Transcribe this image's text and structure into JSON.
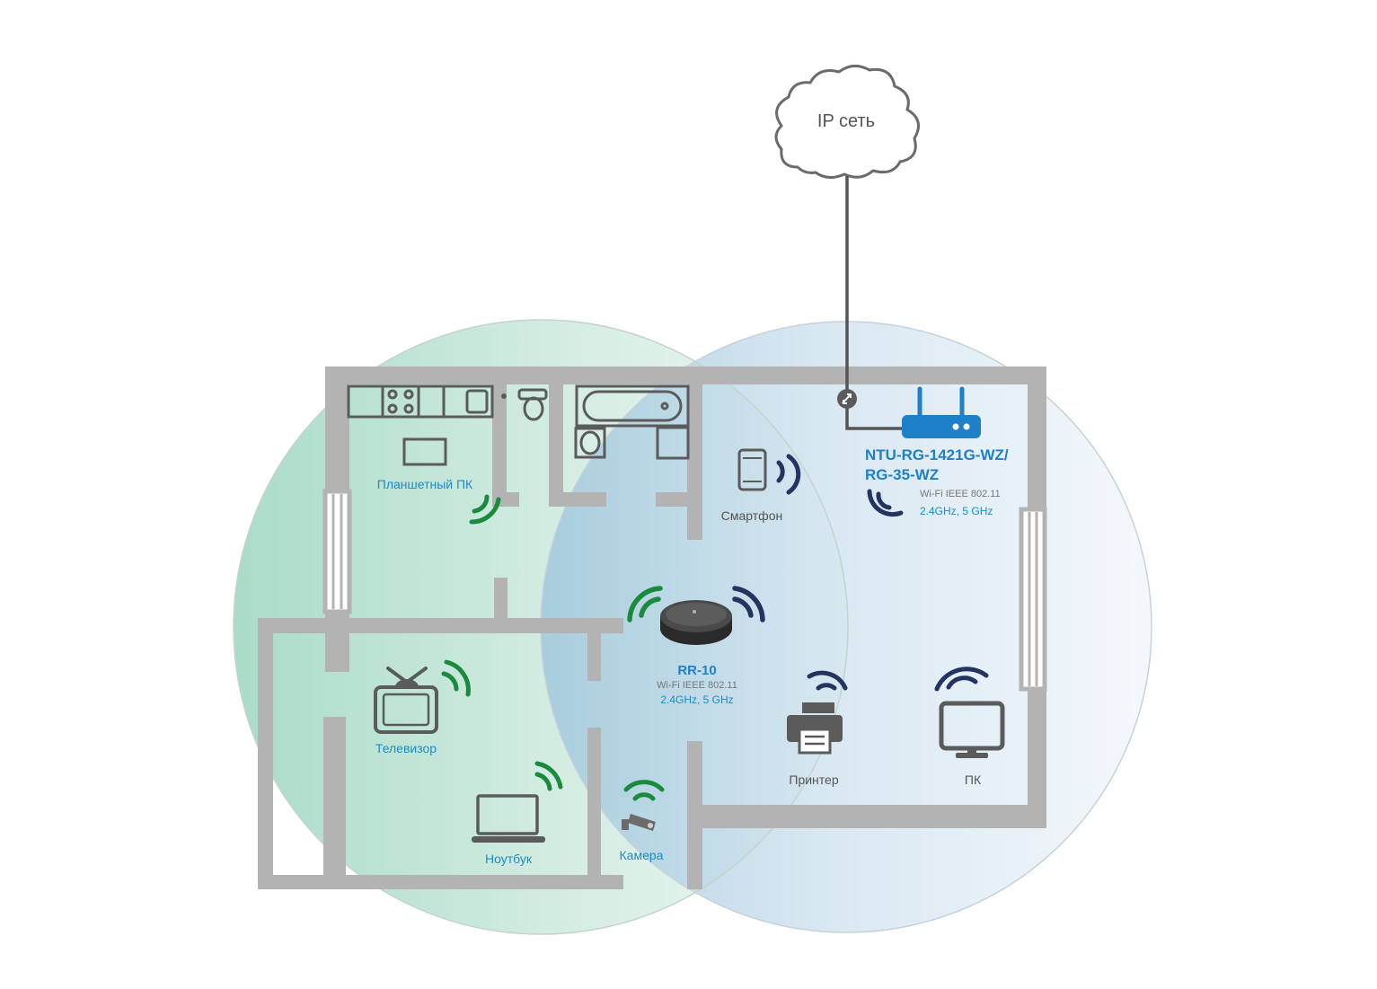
{
  "cloud": {
    "label": "IP сеть"
  },
  "router": {
    "name_line1": "NTU-RG-1421G-WZ/",
    "name_line2": "RG-35-WZ",
    "wifi_standard": "Wi-Fi IEEE 802.11",
    "bands": "2.4GHz, 5 GHz"
  },
  "repeater": {
    "name": "RR-10",
    "wifi_standard": "Wi-Fi IEEE 802.11",
    "bands": "2.4GHz, 5 GHz"
  },
  "devices": {
    "tablet": "Планшетный ПК",
    "smartphone": "Смартфон",
    "tv": "Телевизор",
    "laptop": "Ноутбук",
    "camera": "Камера",
    "printer": "Принтер",
    "pc": "ПК"
  },
  "colors": {
    "wall": "#b3b3b3",
    "icon": "#5b5b5b",
    "green_signal": "#1a8a3c",
    "navy_signal": "#243461",
    "label_blue": "#1b8bc8",
    "label_gray": "#555555",
    "router_blue": "#1e80c8"
  }
}
